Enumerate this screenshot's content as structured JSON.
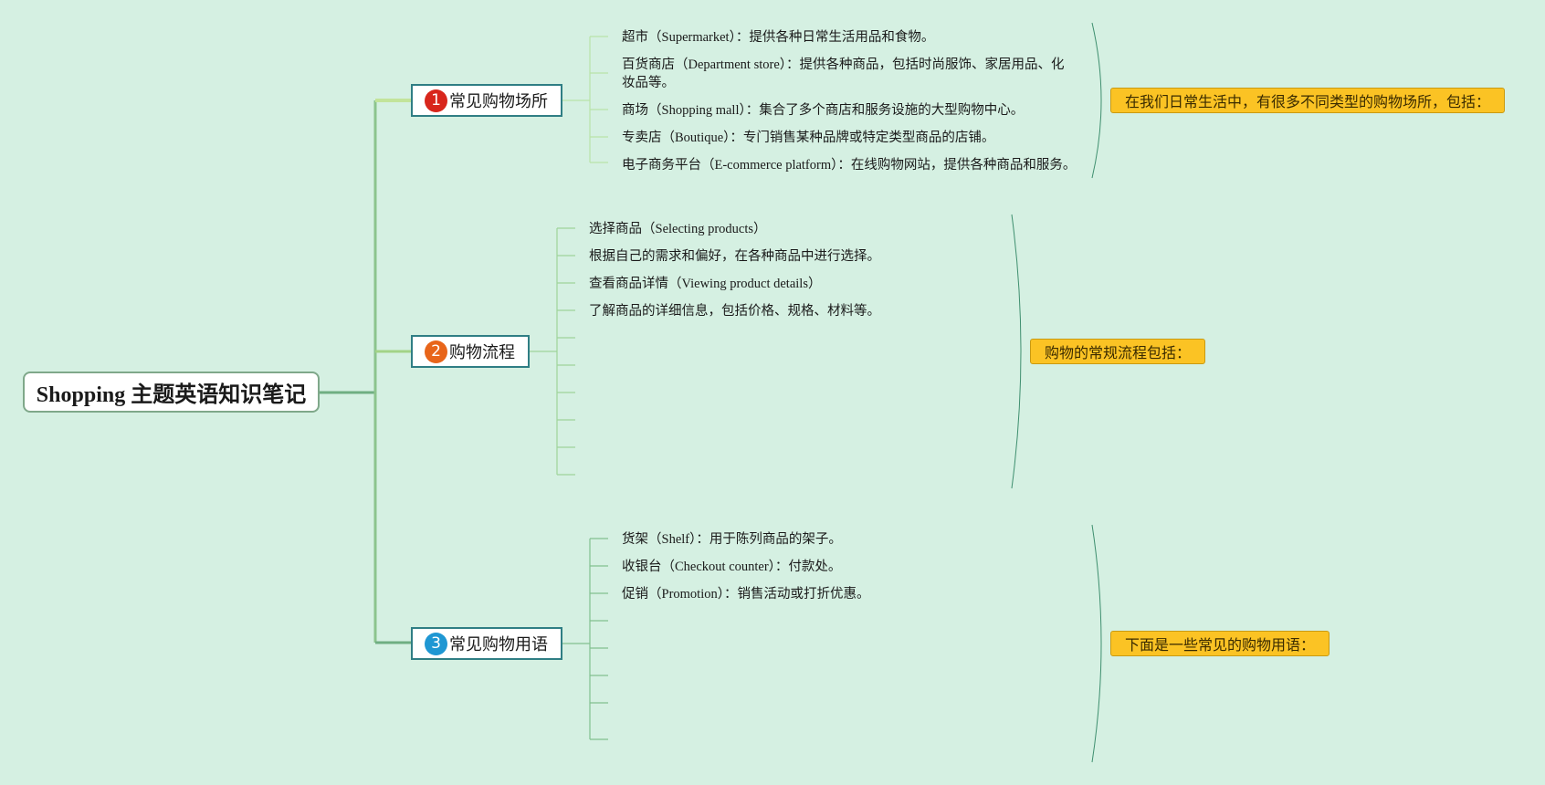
{
  "root": {
    "title": "Shopping 主题英语知识笔记"
  },
  "branches": [
    {
      "number": "1",
      "label": "常见购物场所",
      "badge_color": "#d8261c",
      "summary": "在我们日常生活中，有很多不同类型的购物场所，包括：",
      "items": [
        "超市（Supermarket）：提供各种日常生活用品和食物。",
        "百货商店（Department store）：提供各种商品，包括时尚服饰、家居用品、化妆品等。",
        "商场（Shopping mall）：集合了多个商店和服务设施的大型购物中心。",
        "专卖店（Boutique）：专门销售某种品牌或特定类型商品的店铺。",
        "电子商务平台（E-commerce platform）：在线购物网站，提供各种商品和服务。"
      ]
    },
    {
      "number": "2",
      "label": "购物流程",
      "badge_color": "#e8651a",
      "summary": "购物的常规流程包括：",
      "items": [
        "选择商品（Selecting products）",
        "根据自己的需求和偏好，在各种商品中进行选择。",
        "查看商品详情（Viewing product details）",
        "了解商品的详细信息，包括价格、规格、材料等。"
      ]
    },
    {
      "number": "3",
      "label": "常见购物用语",
      "badge_color": "#1f97d3",
      "summary": "下面是一些常见的购物用语：",
      "items": [
        "货架（Shelf）：用于陈列商品的架子。",
        "收银台（Checkout counter）：付款处。",
        "促销（Promotion）：销售活动或打折优惠。"
      ]
    }
  ],
  "colors": {
    "background": "#d5f0e2",
    "branch_1_line": "#c2e49a",
    "branch_2_line": "#a2d387",
    "branch_3_line": "#6fae82",
    "leaf_line": "#8fc997",
    "summary_fill": "#fbc324"
  }
}
